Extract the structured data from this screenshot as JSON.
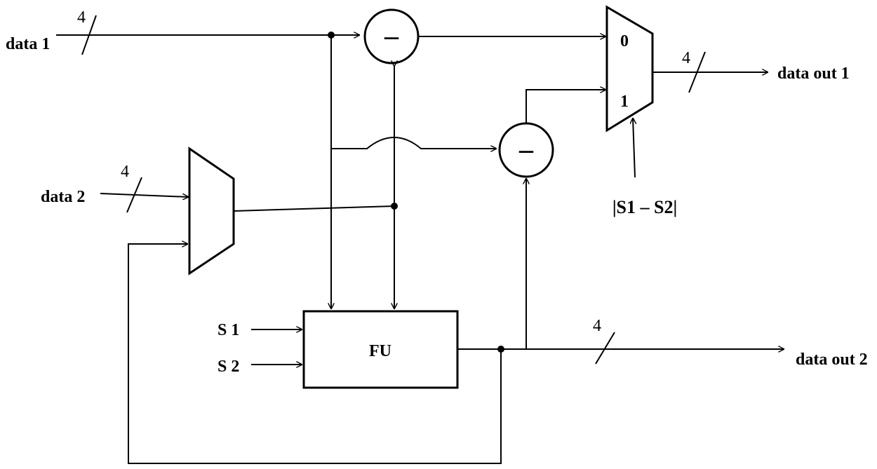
{
  "inputs": {
    "data1": "data 1",
    "data2": "data 2",
    "s1": "S 1",
    "s2": "S 2"
  },
  "outputs": {
    "out1": "data out 1",
    "out2": "data out 2"
  },
  "bus_widths": {
    "data1": "4",
    "data2": "4",
    "out1": "4",
    "out2": "4"
  },
  "mux": {
    "input0": "0",
    "input1": "1",
    "select": "|S1 – S2|"
  },
  "subtractor_symbol": "–",
  "fu_label": "FU"
}
